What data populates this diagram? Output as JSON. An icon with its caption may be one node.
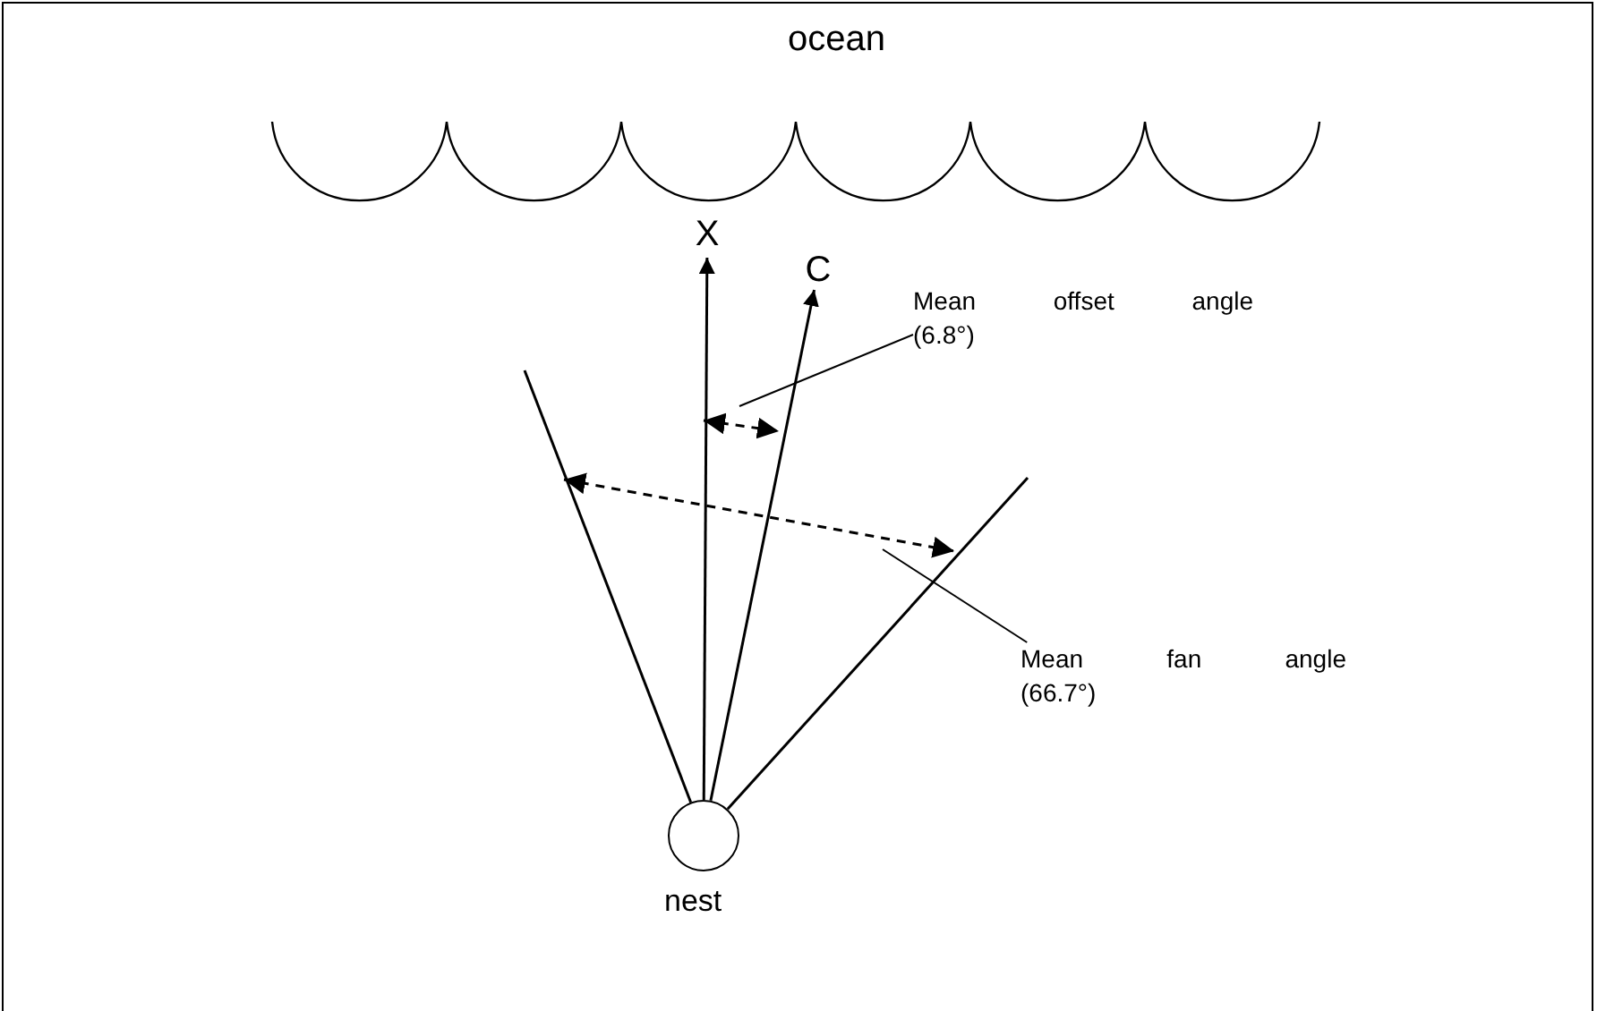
{
  "diagram": {
    "nodes": [
      {
        "text": [],
        "shape": "circle",
        "beside": [
          "nest"
        ]
      },
      {
        "text": [
          "X"
        ]
      },
      {
        "text": [
          "C"
        ]
      },
      {
        "text": [
          "Mean offset angle (6.8°)"
        ]
      },
      {
        "text": [
          "Mean fan angle (66.7°)"
        ]
      }
    ],
    "edges": [
      {
        "from": 0,
        "to": 1,
        "arrow": "to"
      },
      {
        "from": 0,
        "to": 2,
        "arrow": "to"
      },
      {
        "from": 0,
        "to": null,
        "arrow": "none"
      },
      {
        "from": 0,
        "to": null,
        "arrow": "none"
      },
      {
        "from": 3,
        "to": null,
        "arrow": "none"
      },
      {
        "from": 4,
        "to": null,
        "arrow": "none"
      }
    ],
    "labels": [
      "ocean"
    ]
  }
}
